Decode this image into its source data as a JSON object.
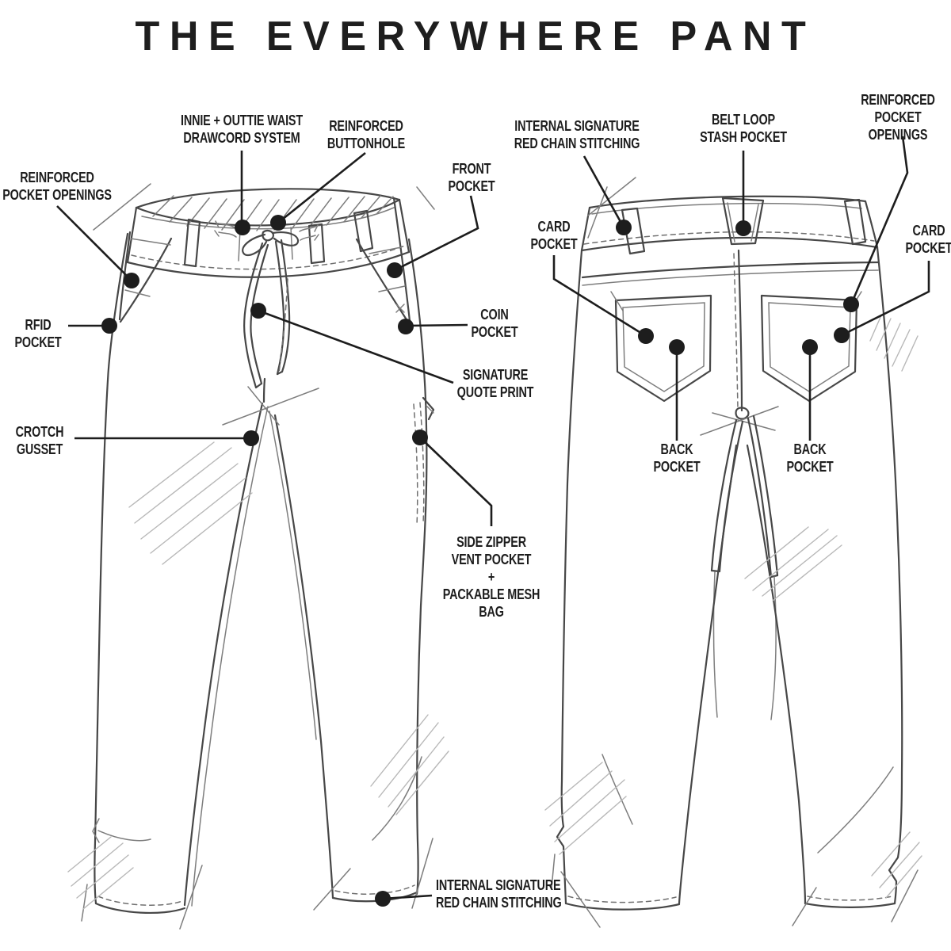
{
  "title": "THE EVERYWHERE PANT",
  "colors": {
    "ink": "#1d1d1d",
    "sketch": "#474747",
    "shading": "#b8b8b8",
    "background": "#ffffff"
  },
  "front_view": {
    "name": "front view pant sketch",
    "labels": {
      "drawcord": "INNIE + OUTTIE WAIST\nDRAWCORD SYSTEM",
      "buttonhole": "REINFORCED\nBUTTONHOLE",
      "front_pocket": "FRONT\nPOCKET",
      "pocket_openings": "REINFORCED\nPOCKET OPENINGS",
      "rfid": "RFID\nPOCKET",
      "coin": "COIN\nPOCKET",
      "quote": "SIGNATURE\nQUOTE PRINT",
      "crotch": "CROTCH\nGUSSET",
      "side_zipper": "SIDE ZIPPER\nVENT POCKET\n+\nPACKABLE MESH\nBAG",
      "chain_stitch": "INTERNAL SIGNATURE\nRED CHAIN STITCHING"
    }
  },
  "back_view": {
    "name": "back view pant sketch",
    "labels": {
      "chain_stitch": "INTERNAL SIGNATURE\nRED CHAIN STITCHING",
      "belt_loop_stash": "BELT LOOP\nSTASH POCKET",
      "pocket_openings": "REINFORCED\nPOCKET OPENINGS",
      "card_left": "CARD\nPOCKET",
      "card_right": "CARD\nPOCKET",
      "back_left": "BACK\nPOCKET",
      "back_right": "BACK\nPOCKET"
    }
  }
}
